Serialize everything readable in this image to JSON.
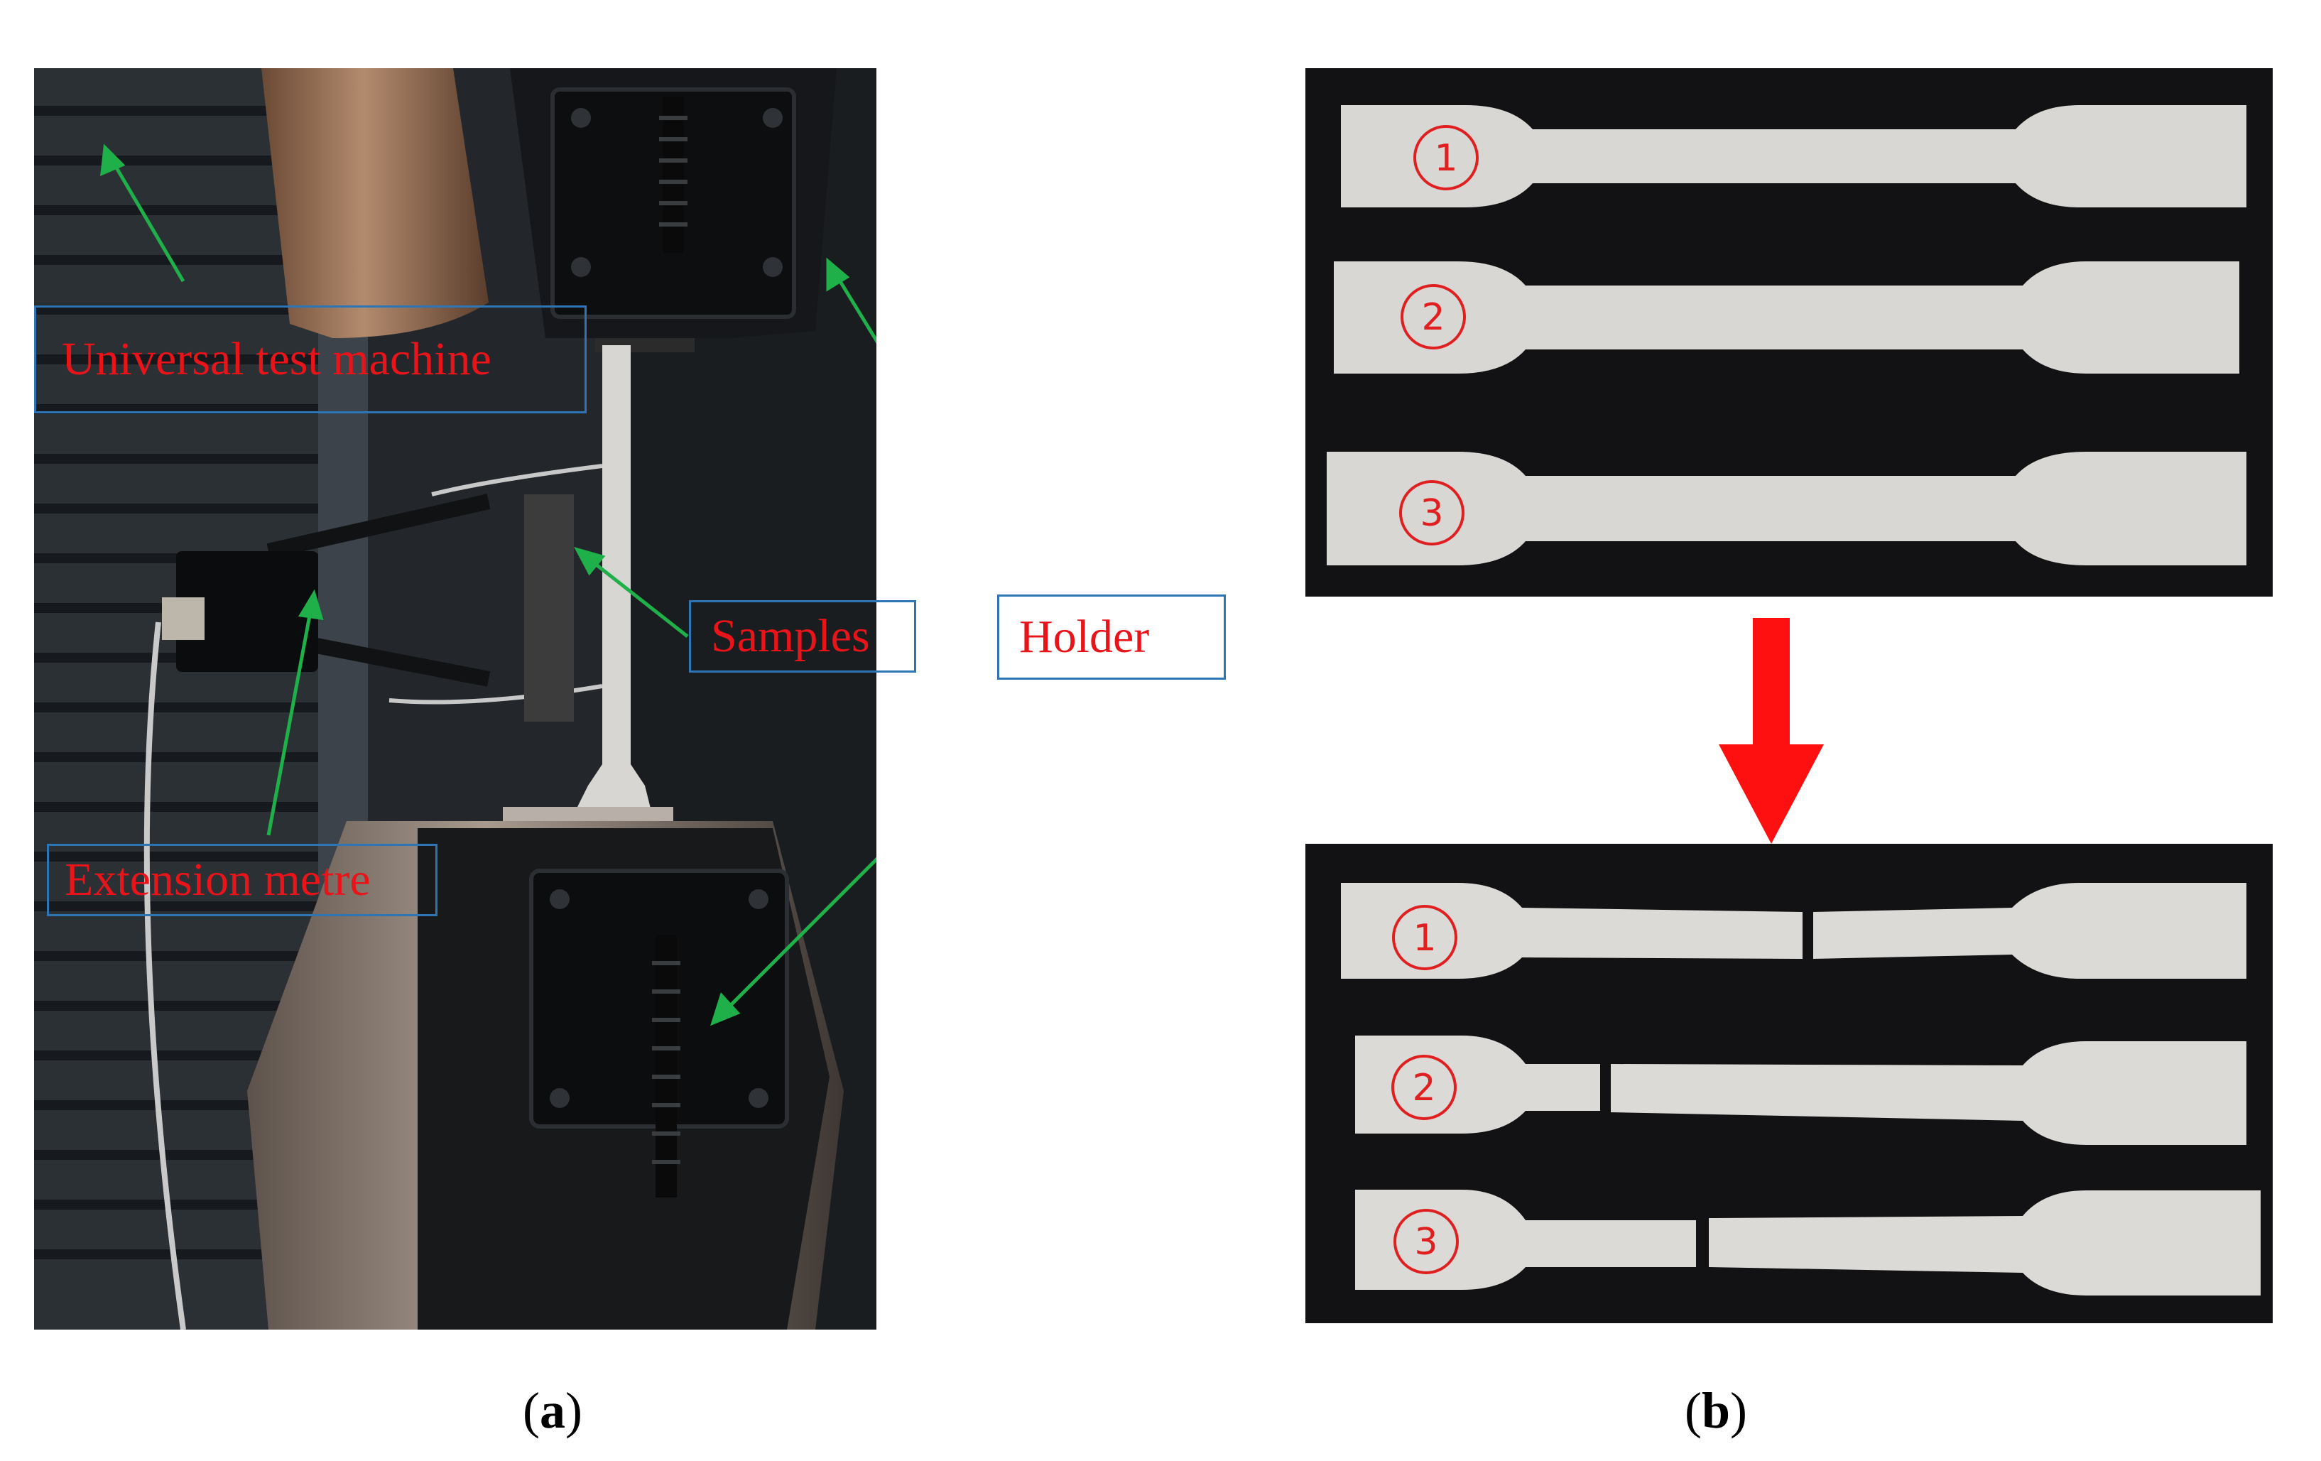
{
  "panel_a": {
    "labels": {
      "universal_test_machine": "Universal test machine",
      "samples": "Samples",
      "holder": "Holder",
      "extension_metre": "Extension metre"
    },
    "caption_letter": "a"
  },
  "panel_b": {
    "before": {
      "sample_numbers": [
        "1",
        "2",
        "3"
      ]
    },
    "after": {
      "sample_numbers": [
        "1",
        "2",
        "3"
      ]
    },
    "caption_letter": "b"
  },
  "colors": {
    "label_text": "#e8141a",
    "label_border": "#2e75b6",
    "arrow_green": "#1fb04a",
    "down_arrow_red": "#ff1010",
    "number_circle_red": "#e02020"
  }
}
